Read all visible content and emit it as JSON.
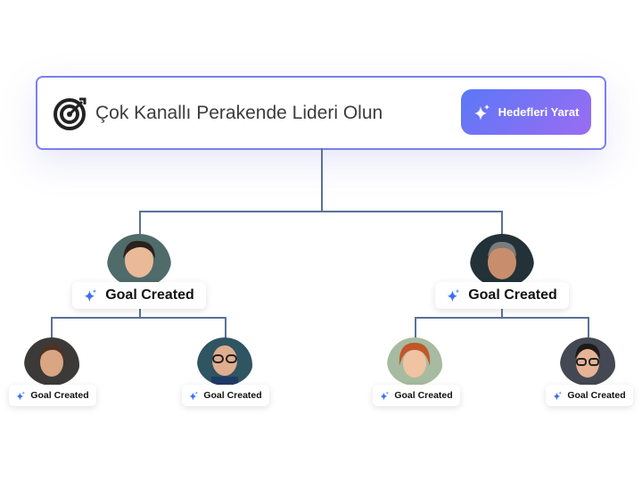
{
  "root": {
    "title": "Çok Kanallı Perakende Lideri Olun",
    "button_label": "Hedefleri Yarat",
    "icon": "target-icon"
  },
  "nodes": {
    "left": {
      "label": "Goal Created"
    },
    "right": {
      "label": "Goal Created"
    },
    "left_a": {
      "label": "Goal Created"
    },
    "left_b": {
      "label": "Goal Created"
    },
    "right_a": {
      "label": "Goal Created"
    },
    "right_b": {
      "label": "Goal Created"
    }
  },
  "colors": {
    "accent_start": "#5b78f7",
    "accent_end": "#9b6cf2",
    "connector": "#5a7294",
    "sparkle": "#3b6ff5"
  }
}
